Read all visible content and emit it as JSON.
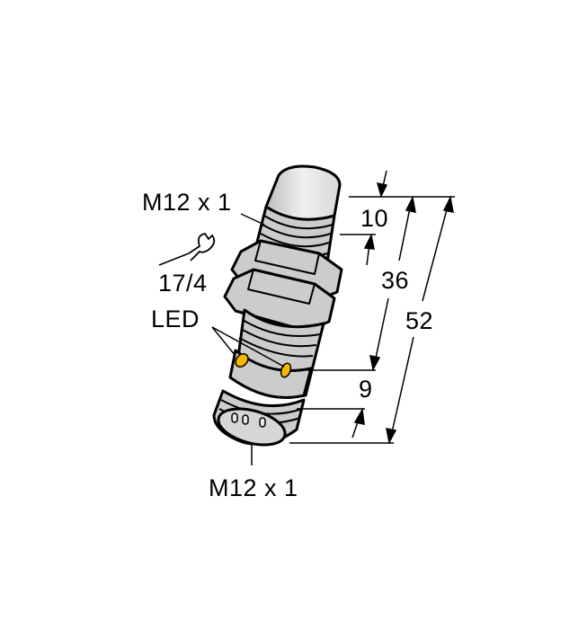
{
  "drawing": {
    "subject": "M12 inductive proximity sensor dimension drawing",
    "labels": {
      "thread_top": "M12 x 1",
      "wrench_size": "17/4",
      "led": "LED",
      "thread_bottom": "M12 x 1"
    },
    "dimensions": {
      "sensing_face": "10",
      "thread_length": "36",
      "connector_length": "9",
      "total_length": "52"
    },
    "icons": [
      "wrench-icon",
      "led-indicator"
    ],
    "colors": {
      "body": "#cccccc",
      "cap": "#e6e6e6",
      "outline": "#000000",
      "led": "#f5b800",
      "background": "#ffffff"
    }
  }
}
